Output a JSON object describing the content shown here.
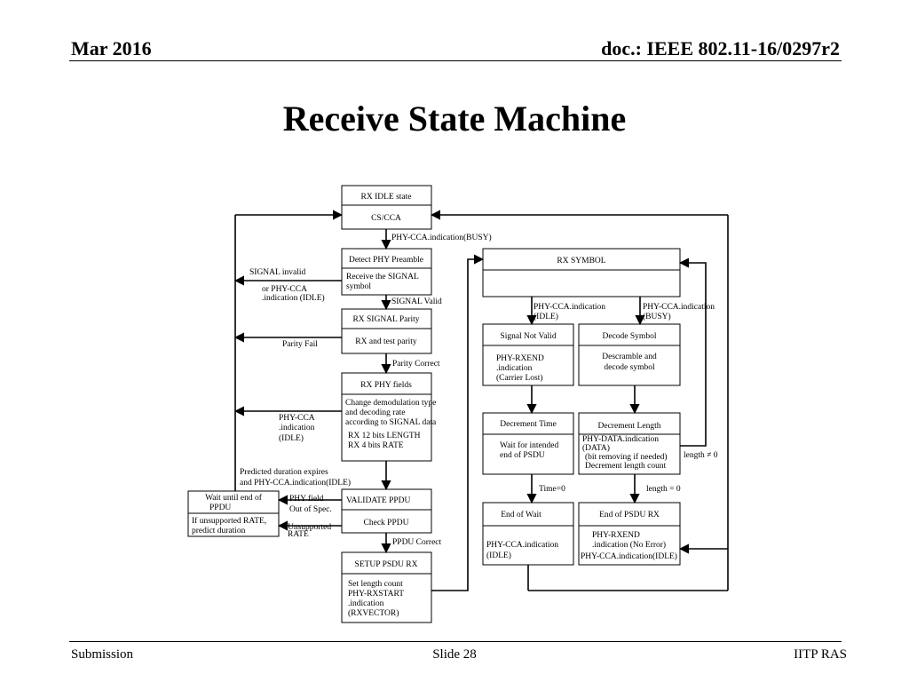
{
  "header": {
    "date": "Mar 2016",
    "doc": "doc.: IEEE 802.11-16/0297r2"
  },
  "title": "Receive State Machine",
  "footer": {
    "left": "Submission",
    "center": "Slide 28",
    "right": "IITP RAS"
  },
  "diagram": {
    "boxes": {
      "rx_idle": "RX IDLE state",
      "cs_cca": "CS/CCA",
      "detect_preamble": "Detect PHY Preamble",
      "detect_preamble_body": [
        "Receive the SIGNAL",
        "symbol"
      ],
      "rx_signal_parity": "RX SIGNAL Parity",
      "rx_signal_parity_body": "RX and test parity",
      "rx_phy_fields": "RX PHY fields",
      "rx_phy_fields_body": [
        "Change demodulation type",
        "and decoding rate",
        "according to SIGNAL data",
        "RX 12 bits LENGTH",
        "RX 4 bits RATE"
      ],
      "validate_ppdu": "VALIDATE PPDU",
      "check_ppdu": "Check PPDU",
      "setup_psdu": "SETUP PSDU RX",
      "setup_psdu_body": [
        "Set length count",
        "PHY-RXSTART",
        ".indication",
        "(RXVECTOR)"
      ],
      "wait_end": [
        "Wait until end of",
        "PPDU"
      ],
      "wait_end_body": [
        "If unsupported RATE,",
        "predict duration"
      ],
      "rx_symbol": "RX SYMBOL",
      "signal_not_valid": "Signal Not Valid",
      "signal_not_valid_body": [
        "PHY-RXEND",
        ".indication",
        "(Carrier Lost)"
      ],
      "decode_symbol": "Decode Symbol",
      "decode_symbol_body": [
        "Descramble and",
        "decode symbol"
      ],
      "decrement_time": "Decrement Time",
      "decrement_time_body": [
        "Wait for intended",
        "end of PSDU"
      ],
      "decrement_length": "Decrement Length",
      "decrement_length_body": [
        "PHY-DATA.indication",
        "(DATA)",
        "(bit removing if needed)",
        "Decrement length count"
      ],
      "end_of_wait": "End of Wait",
      "end_of_wait_body": [
        "PHY-CCA.indication",
        "(IDLE)"
      ],
      "end_psdu_rx": "End of PSDU RX",
      "end_psdu_rx_body": [
        "PHY-RXEND",
        ".indication (No Error)",
        "PHY-CCA.indication(IDLE)"
      ]
    },
    "labels": {
      "cca_busy": "PHY-CCA.indication(BUSY)",
      "signal_invalid": "SIGNAL invalid",
      "or_cca_idle": [
        "or PHY-CCA",
        ".indication (IDLE)"
      ],
      "signal_valid": "SIGNAL Valid",
      "parity_fail": "Parity Fail",
      "parity_correct": "Parity Correct",
      "cca_idle_left": [
        "PHY-CCA",
        ".indication",
        "(IDLE)"
      ],
      "predicted_duration": [
        "Predicted duration expires",
        "and PHY-CCA.indication(IDLE)"
      ],
      "phy_field_out": [
        "PHY field",
        "Out of Spec."
      ],
      "unsupported_rate": [
        "Unsupported",
        "RATE"
      ],
      "ppdu_correct": "PPDU Correct",
      "rx_cca_idle": [
        "PHY-CCA.indication",
        "(IDLE)"
      ],
      "rx_cca_busy": [
        "PHY-CCA.indication",
        "(BUSY)"
      ],
      "time_zero": "Time=0",
      "length_zero": "length = 0",
      "length_nonzero": "length ≠ 0"
    }
  }
}
